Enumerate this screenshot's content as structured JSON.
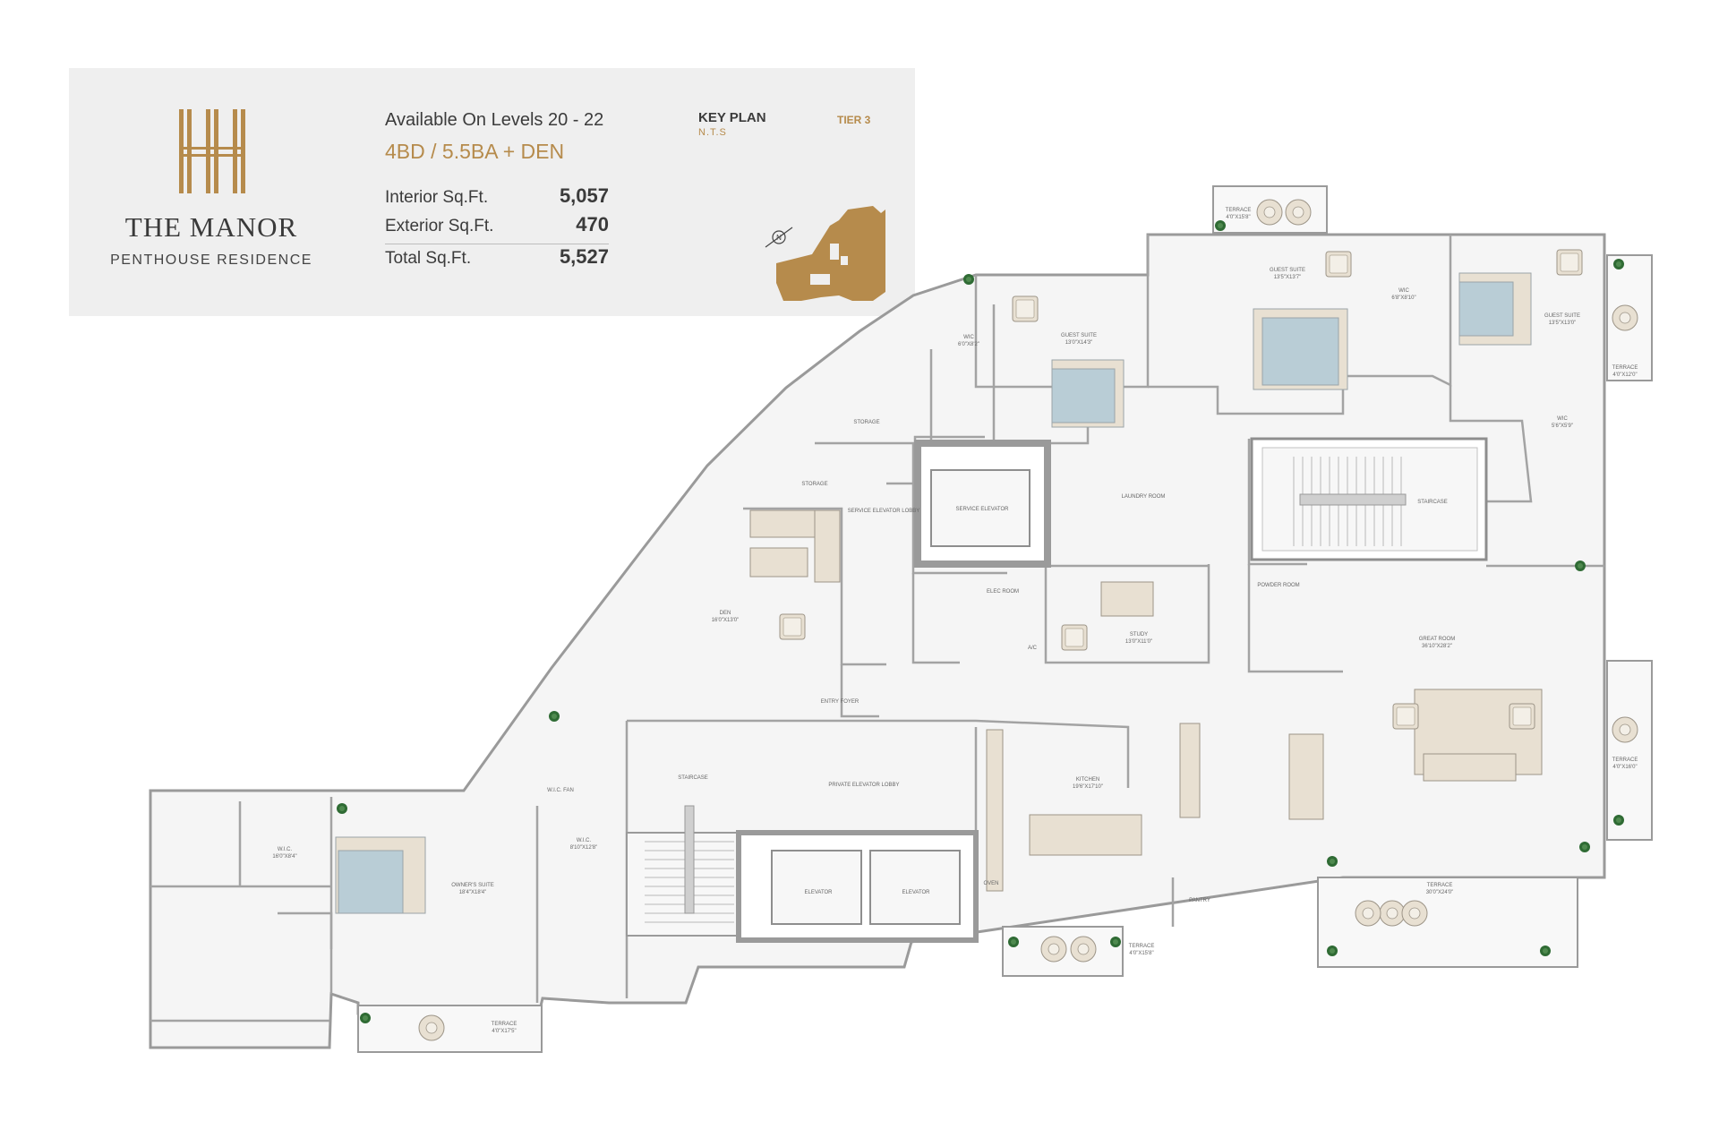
{
  "brand": {
    "name": "THE MANOR",
    "subtitle": "PENTHOUSE RESIDENCE",
    "accent_color": "#b68b4c"
  },
  "summary": {
    "levels": "Available On Levels 20 - 22",
    "configuration": "4BD / 5.5BA + DEN",
    "interior_label": "Interior Sq.Ft.",
    "interior_value": "5,057",
    "exterior_label": "Exterior Sq.Ft.",
    "exterior_value": "470",
    "total_label": "Total Sq.Ft.",
    "total_value": "5,527"
  },
  "key_plan": {
    "title": "KEY PLAN",
    "scale": "N.T.S",
    "tier": "TIER 3",
    "north": "N",
    "icon": "compass-icon"
  },
  "rooms": {
    "terrace_top_1": {
      "name": "TERRACE",
      "dim": "4'0\"X15'8\""
    },
    "guest_suite_1": {
      "name": "GUEST SUITE",
      "dim": "13'5\"X13'7\""
    },
    "wic_a": {
      "name": "WIC",
      "dim": "6'8\"X8'10\""
    },
    "guest_suite_2": {
      "name": "GUEST SUITE",
      "dim": "13'5\"X13'0\""
    },
    "terrace_right_1": {
      "name": "TERRACE",
      "dim": "4'0\"X12'0\""
    },
    "wic_b": {
      "name": "WIC",
      "dim": "6'0\"X8'2\""
    },
    "guest_suite_3": {
      "name": "GUEST SUITE",
      "dim": "13'0\"X14'3\""
    },
    "wic_c": {
      "name": "WIC",
      "dim": "5'6\"X5'9\""
    },
    "storage_1": {
      "name": "STORAGE"
    },
    "storage_2": {
      "name": "STORAGE"
    },
    "service_lobby": {
      "name": "SERVICE\nELEVATOR\nLOBBY"
    },
    "service_elevator": {
      "name": "SERVICE\nELEVATOR"
    },
    "laundry": {
      "name": "LAUNDRY\nROOM"
    },
    "staircase_1": {
      "name": "STAIRCASE"
    },
    "den": {
      "name": "DEN",
      "dim": "16'0\"X13'0\""
    },
    "elec_room": {
      "name": "ELEC\nROOM"
    },
    "study": {
      "name": "STUDY",
      "dim": "13'0\"X11'0\""
    },
    "powder_room": {
      "name": "POWDER\nROOM"
    },
    "great_room": {
      "name": "GREAT ROOM",
      "dim": "36'10\"X28'2\""
    },
    "entry_foyer": {
      "name": "ENTRY FOYER"
    },
    "terrace_right_2": {
      "name": "TERRACE",
      "dim": "4'0\"X16'0\""
    },
    "wic_d": {
      "name": "W.I.C.",
      "dim": "16'0\"X8'4\""
    },
    "wic_e": {
      "name": "W.I.C. FAN"
    },
    "owners_suite": {
      "name": "OWNER'S SUITE",
      "dim": "18'4\"X18'4\""
    },
    "wic_f": {
      "name": "W.I.C.",
      "dim": "8'10\"X12'8\""
    },
    "staircase_2": {
      "name": "STAIRCASE"
    },
    "private_lobby": {
      "name": "PRIVATE\nELEVATOR\nLOBBY"
    },
    "kitchen": {
      "name": "KITCHEN",
      "dim": "19'6\"X17'10\""
    },
    "elevator_1": {
      "name": "ELEVATOR"
    },
    "elevator_2": {
      "name": "ELEVATOR"
    },
    "oven": {
      "name": "OVEN"
    },
    "pantry": {
      "name": "PANTRY"
    },
    "terrace_bottom_1": {
      "name": "TERRACE",
      "dim": "4'0\"X15'8\""
    },
    "terrace_bottom_2": {
      "name": "TERRACE",
      "dim": "30'0\"X24'0\""
    },
    "terrace_bottom_3": {
      "name": "TERRACE",
      "dim": "4'0\"X17'5\""
    },
    "ac_label": {
      "name": "A/C"
    }
  },
  "colors": {
    "wall": "#b5b5b5",
    "floor": "#f4f4f4",
    "furniture": "#e8e0d2",
    "bed": "#b9cdd6",
    "plant": "#2f6b34",
    "keyplan_fill": "#b68b4c",
    "water": "#a8c3cc"
  }
}
